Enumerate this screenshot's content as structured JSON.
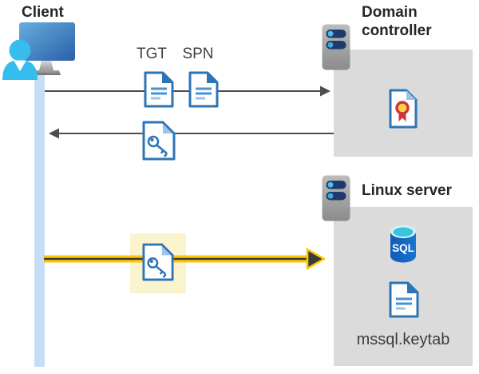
{
  "client": {
    "label": "Client"
  },
  "messages": {
    "tgt_label": "TGT",
    "spn_label": "SPN"
  },
  "domain_controller": {
    "label": "Domain controller"
  },
  "linux_server": {
    "label": "Linux server",
    "sql_label": "SQL",
    "keytab_label": "mssql.keytab"
  },
  "icons": [
    "client-user-icon",
    "client-monitor-icon",
    "server-icon",
    "certificate-icon",
    "document-icon",
    "key-ticket-icon",
    "sql-database-icon",
    "keytab-document-icon"
  ],
  "colors": {
    "panel_bg": "#dbdbdb",
    "lifeline_blue": "#c6ddf7",
    "highlight_yellow": "#faf3ce",
    "arrow_gray": "#4d4d4d",
    "arrow_yellow": "#ffc608",
    "doc_border_blue": "#2e75b6",
    "doc_line_blue": "#4a90d9",
    "doc_fold_light": "#9dc3e6",
    "sql_body_blue": "#1266c4",
    "sql_top_cyan": "#39c3df",
    "person_cyan": "#35bdee",
    "server_pill_navy": "#1e3a6e",
    "cert_red": "#d13438",
    "cert_yellow": "#ffd34d"
  }
}
